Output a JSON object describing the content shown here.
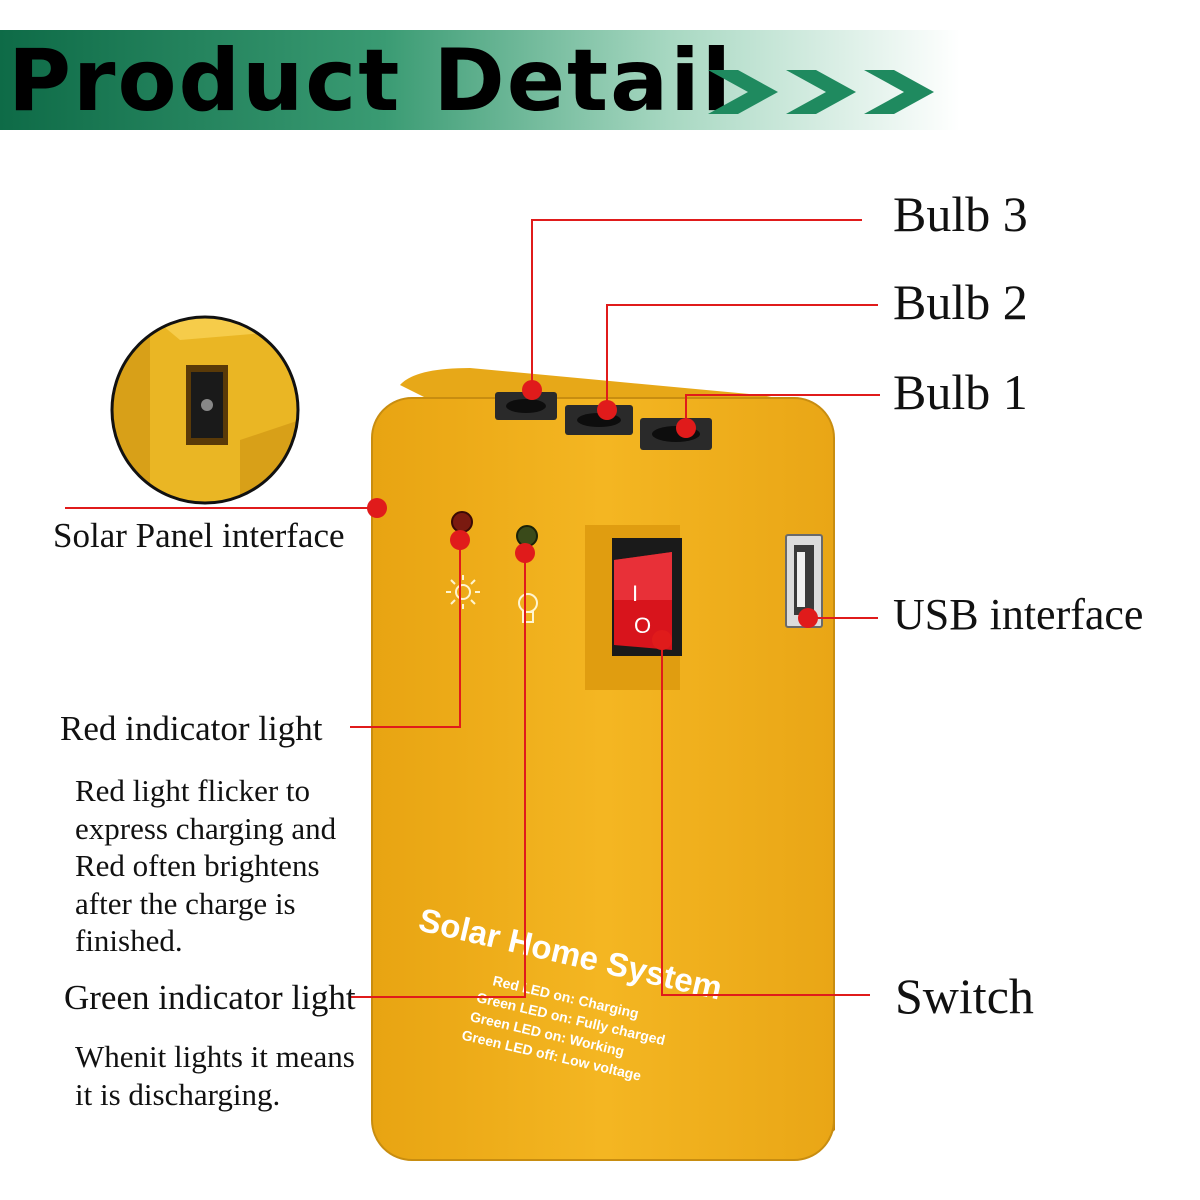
{
  "banner": {
    "title": "Product Detail",
    "chevron_count": 3,
    "chevron_color": "#1f8a5f"
  },
  "callouts": {
    "bulb3": "Bulb 3",
    "bulb2": "Bulb 2",
    "bulb1": "Bulb 1",
    "solar_panel": "Solar Panel interface",
    "usb": "USB interface",
    "red_light": "Red indicator light",
    "red_light_desc": [
      "Red light flicker to",
      "express charging and",
      "Red often brightens",
      "after the charge is",
      "finished."
    ],
    "green_light": "Green indicator light",
    "green_light_desc": [
      "Whenit lights it means",
      "it is discharging."
    ],
    "switch": "Switch"
  },
  "device": {
    "brand": "Solar Home System",
    "legend": [
      "Red LED on: Charging",
      "Green LED on: Fully charged",
      "Green LED on: Working",
      "Green LED off: Low voltage"
    ],
    "switch_on": "I",
    "switch_off": "O",
    "body_color": "#f2b320",
    "leader_color": "#e01b1b"
  }
}
